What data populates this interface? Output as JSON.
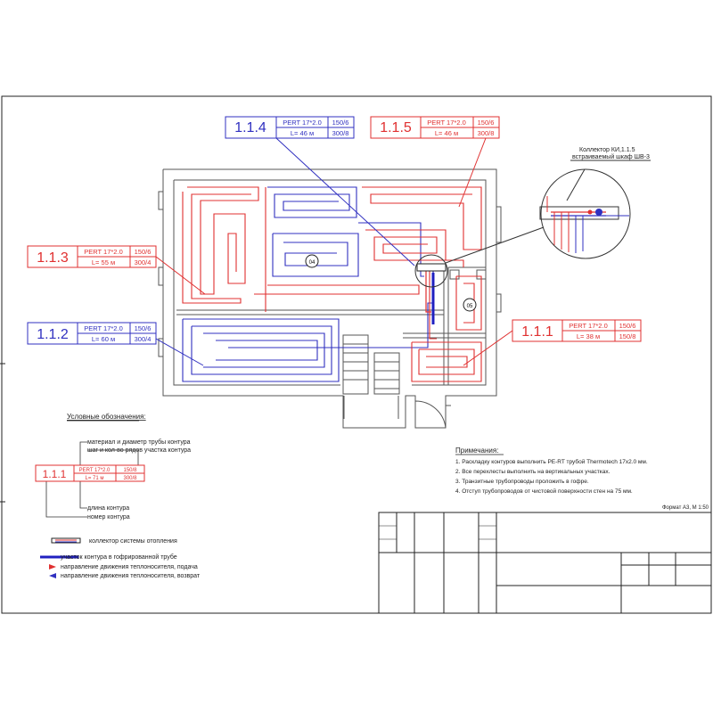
{
  "colors": {
    "supply": "#e03030",
    "return": "#3030c0",
    "wall": "#555555",
    "line": "#333333"
  },
  "contours": [
    {
      "id": "1.1.4",
      "pipe": "PERT 17*2.0",
      "length": "L= 46 м",
      "step": "150/6",
      "rows": "300/8",
      "color": "blue"
    },
    {
      "id": "1.1.5",
      "pipe": "PERT 17*2.0",
      "length": "L= 46 м",
      "step": "150/6",
      "rows": "300/8",
      "color": "red"
    },
    {
      "id": "1.1.3",
      "pipe": "PERT 17*2.0",
      "length": "L= 55 м",
      "step": "150/6",
      "rows": "300/4",
      "color": "red"
    },
    {
      "id": "1.1.2",
      "pipe": "PERT 17*2.0",
      "length": "L= 60 м",
      "step": "150/6",
      "rows": "300/4",
      "color": "blue"
    },
    {
      "id": "1.1.1",
      "pipe": "PERT 17*2.0",
      "length": "L= 38 м",
      "step": "150/6",
      "rows": "150/8",
      "color": "red"
    }
  ],
  "collector": {
    "line1": "Коллектор КИ,1.1.5",
    "line2": "встраиваемый шкаф ШВ-3"
  },
  "rooms": {
    "r04": "04",
    "r05": "05"
  },
  "legend": {
    "title": "Условные обозначения:",
    "annot_material": "материал и диаметр трубы контура",
    "annot_step": "шаг и кол-во рядов участка контура",
    "annot_length": "длина контура",
    "annot_number": "номер контура",
    "sample": {
      "id": "1.1.1",
      "pipe": "PERT 17*2.0",
      "length": "L= 71 м",
      "step": "150/8",
      "rows": "300/8"
    },
    "collector_label": "коллектор системы отопления",
    "corrugated_label": "участок контура в гофрированной трубе",
    "supply_label": "направление движения теплоносителя, подача",
    "return_label": "направление движения теплоносителя, возврат"
  },
  "notes": {
    "title": "Примечания:",
    "items": [
      "1. Раскладку контуров выполнить PE-RT трубой Thermotech 17x2.0 мм.",
      "2. Все перехлесты выполнить на вертикальных участках.",
      "3. Транзитные трубопроводы проложить в гофре.",
      "4. Отступ трубопроводов от чистовой поверхности стен на  75 мм."
    ]
  },
  "format": "Формат А3, М 1:50"
}
